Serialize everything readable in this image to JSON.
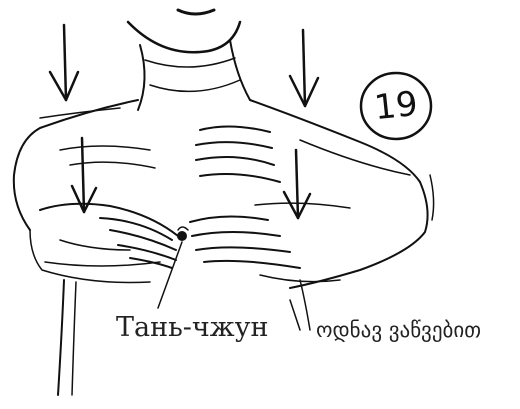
{
  "figure": {
    "number": "19",
    "point_label": "Тань-чжун",
    "instruction": "ოდნავ ვაწვებით",
    "subject": "chest-and-hands-sketch"
  }
}
